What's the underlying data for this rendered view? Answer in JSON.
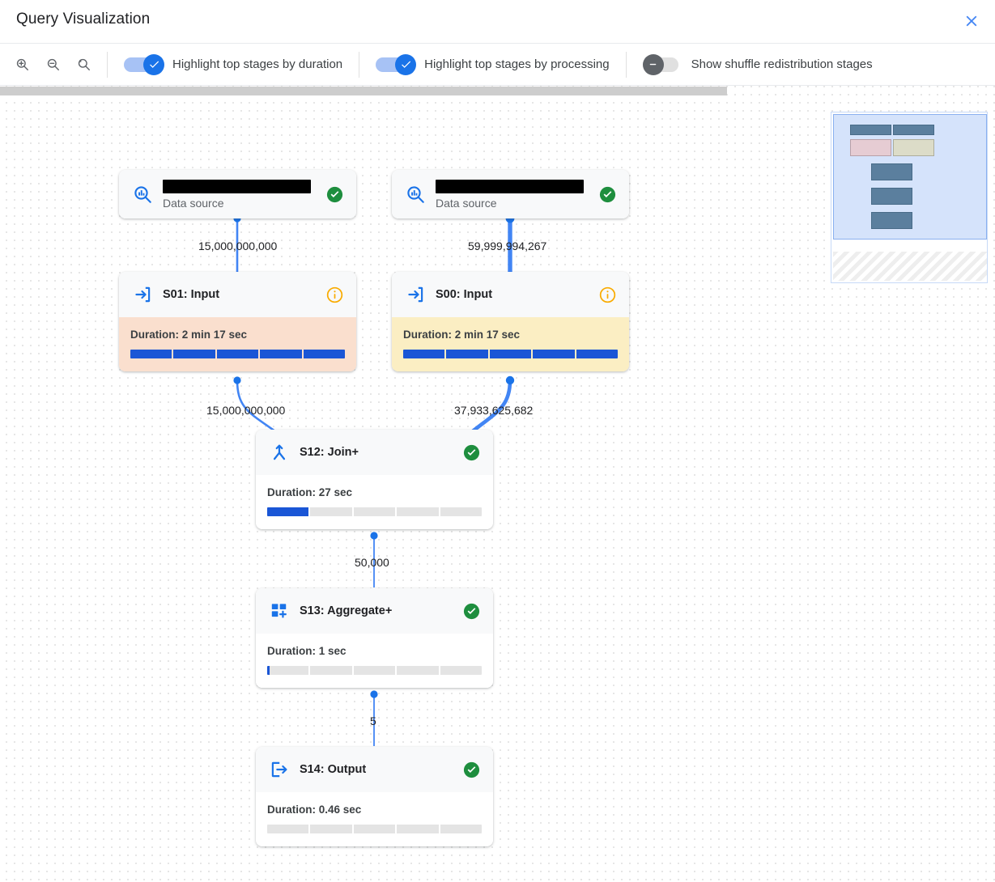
{
  "header": {
    "title": "Query Visualization",
    "close_icon": "close-icon"
  },
  "toolbar": {
    "zoom_in_icon": "zoom-in-icon",
    "zoom_out_icon": "zoom-out-icon",
    "zoom_reset_icon": "zoom-reset-icon",
    "toggles": [
      {
        "label": "Highlight top stages by duration",
        "state": "on"
      },
      {
        "label": "Highlight top stages by processing",
        "state": "on"
      },
      {
        "label": "Show shuffle redistribution stages",
        "state": "off"
      }
    ]
  },
  "colors": {
    "accent_blue": "#1a73e8",
    "edge_blue": "#4285f4",
    "duration_highlight": "#fadfce",
    "processing_highlight": "#fbeec3",
    "status_ok_green": "#1e8e3e",
    "info_amber": "#f9ab00"
  },
  "graph": {
    "nodes": [
      {
        "id": "ds-left",
        "kind": "data-source",
        "name_redacted": true,
        "subtitle": "Data source",
        "icon": "data-source-icon",
        "status": "check-circle-icon"
      },
      {
        "id": "ds-right",
        "kind": "data-source",
        "name_redacted": true,
        "subtitle": "Data source",
        "icon": "data-source-icon",
        "status": "check-circle-icon"
      },
      {
        "id": "s01",
        "kind": "stage",
        "title": "S01: Input",
        "icon": "input-arrow-icon",
        "status": "info-icon",
        "duration_label": "Duration: 2 min 17 sec",
        "progress_percent": 100,
        "highlight": "duration"
      },
      {
        "id": "s00",
        "kind": "stage",
        "title": "S00: Input",
        "icon": "input-arrow-icon",
        "status": "info-icon",
        "duration_label": "Duration: 2 min 17 sec",
        "progress_percent": 100,
        "highlight": "processing"
      },
      {
        "id": "s12",
        "kind": "stage",
        "title": "S12: Join+",
        "icon": "join-icon",
        "status": "check-circle-icon",
        "duration_label": "Duration: 27 sec",
        "progress_percent": 20,
        "highlight": "none"
      },
      {
        "id": "s13",
        "kind": "stage",
        "title": "S13: Aggregate+",
        "icon": "aggregate-icon",
        "status": "check-circle-icon",
        "duration_label": "Duration: 1 sec",
        "progress_percent": 1,
        "highlight": "none"
      },
      {
        "id": "s14",
        "kind": "stage",
        "title": "S14: Output",
        "icon": "output-arrow-icon",
        "status": "check-circle-icon",
        "duration_label": "Duration: 0.46 sec",
        "progress_percent": 0,
        "highlight": "none"
      }
    ],
    "edges": [
      {
        "from": "ds-left",
        "to": "s01",
        "label": "15,000,000,000"
      },
      {
        "from": "ds-right",
        "to": "s00",
        "label": "59,999,994,267"
      },
      {
        "from": "s01",
        "to": "s12",
        "label": "15,000,000,000"
      },
      {
        "from": "s00",
        "to": "s12",
        "label": "37,933,625,682"
      },
      {
        "from": "s12",
        "to": "s13",
        "label": "50,000"
      },
      {
        "from": "s13",
        "to": "s14",
        "label": "5"
      }
    ]
  },
  "minimap": {
    "name": "minimap"
  }
}
